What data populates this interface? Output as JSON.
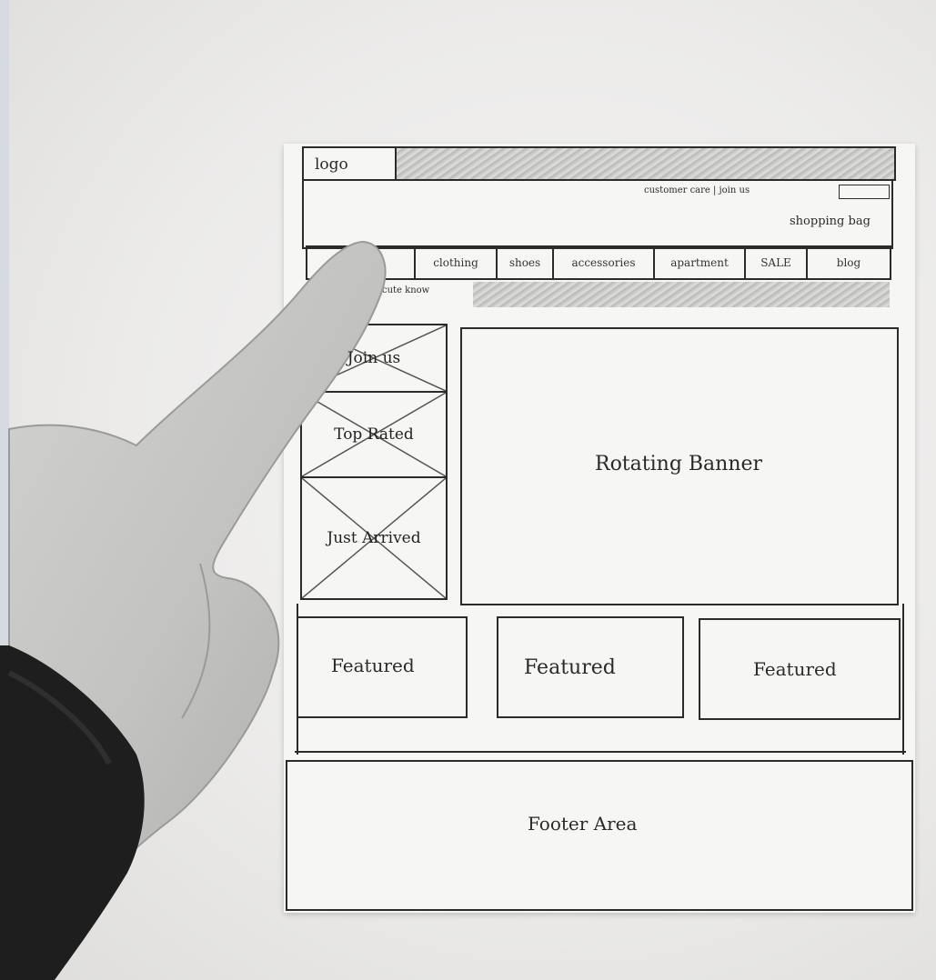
{
  "wireframe": {
    "logo": "logo",
    "utility_links": "customer care | join us",
    "shopping_bag": "shopping bag",
    "nav": [
      "",
      "clothing",
      "shoes",
      "accessories",
      "apartment",
      "SALE",
      "blog"
    ],
    "sub_nav": "cute know",
    "side_tiles": [
      "Join us",
      "Top Rated",
      "Just Arrived"
    ],
    "banner": "Rotating Banner",
    "featured": [
      "Featured",
      "Featured",
      "Featured"
    ],
    "footer": "Footer Area"
  }
}
